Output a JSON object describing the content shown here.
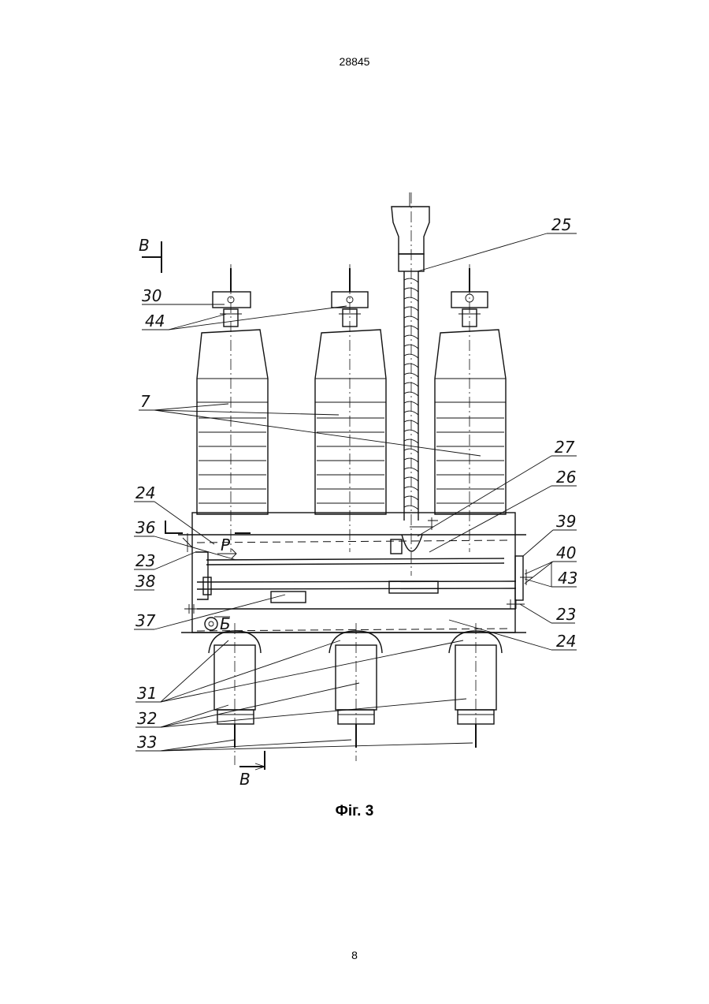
{
  "header": {
    "document_number": "28845"
  },
  "figure": {
    "caption": "Фіг. 3",
    "section_marks": {
      "top": "B",
      "bottom": "B"
    },
    "view_marks": {
      "upper": "P",
      "lower": "Б"
    },
    "callouts": [
      "25",
      "30",
      "44",
      "7",
      "27",
      "26",
      "24",
      "39",
      "36",
      "40",
      "23",
      "43",
      "38",
      "23",
      "37",
      "24",
      "31",
      "32",
      "33"
    ]
  },
  "footer": {
    "page_number": "8"
  }
}
